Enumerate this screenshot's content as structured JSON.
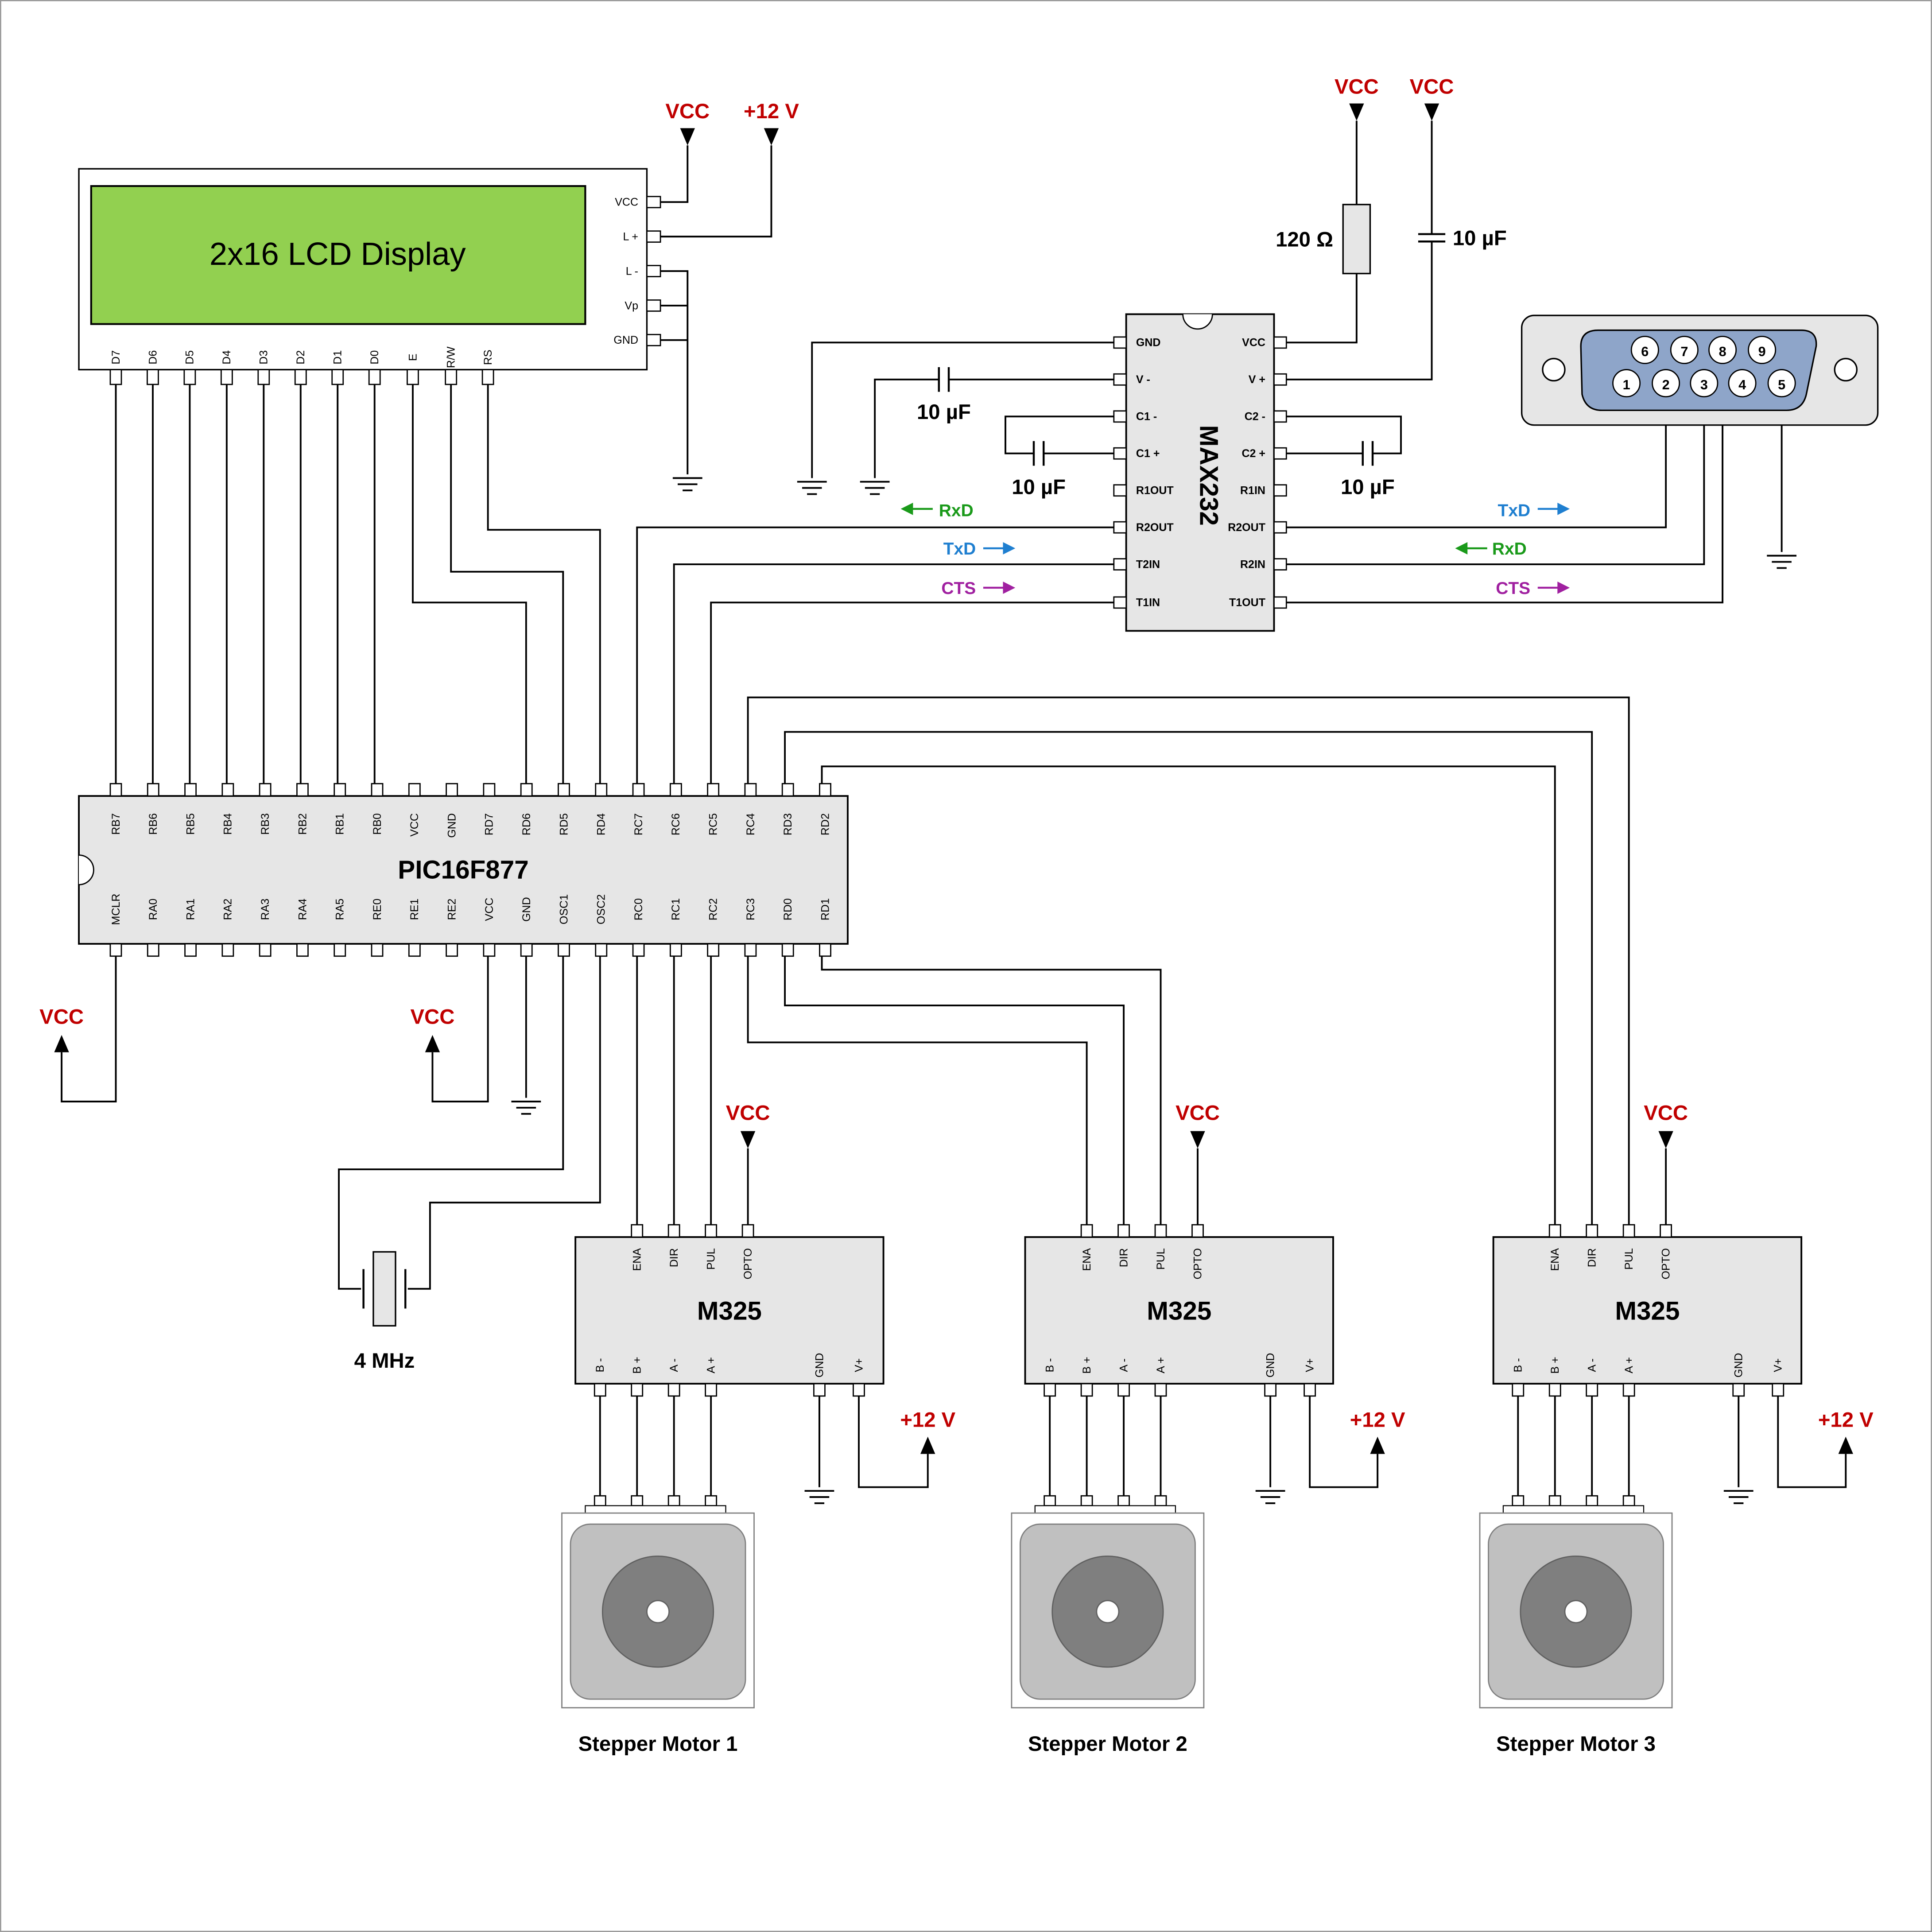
{
  "colors": {
    "power": "#c00000",
    "rxd": "#1a9a1a",
    "txd": "#1f7fd0",
    "cts": "#a020a0",
    "wire": "#000000",
    "chip_fill": "#e6e6e6",
    "lcd_fill": "#92d050",
    "db9_fill": "#8ea5c9",
    "motor_dark": "#7f7f7f",
    "motor_light": "#c0c0c0"
  },
  "lcd": {
    "title": "2x16 LCD Display",
    "right_pins": [
      "VCC",
      "L +",
      "L -",
      "Vp",
      "GND"
    ],
    "bottom_pins": [
      "D7",
      "D6",
      "D5",
      "D4",
      "D3",
      "D2",
      "D1",
      "D0",
      "E",
      "R/W",
      "RS"
    ]
  },
  "pic": {
    "name": "PIC16F877",
    "top_pins": [
      "RB7",
      "RB6",
      "RB5",
      "RB4",
      "RB3",
      "RB2",
      "RB1",
      "RB0",
      "VCC",
      "GND",
      "RD7",
      "RD6",
      "RD5",
      "RD4",
      "RC7",
      "RC6",
      "RC5",
      "RC4",
      "RD3",
      "RD2"
    ],
    "bottom_pins": [
      "MCLR",
      "RA0",
      "RA1",
      "RA2",
      "RA3",
      "RA4",
      "RA5",
      "RE0",
      "RE1",
      "RE2",
      "VCC",
      "GND",
      "OSC1",
      "OSC2",
      "RC0",
      "RC1",
      "RC2",
      "RC3",
      "RD0",
      "RD1"
    ]
  },
  "max232": {
    "name": "MAX232",
    "left_pins": [
      "GND",
      "V -",
      "C1 -",
      "C1 +",
      "R1OUT",
      "R2OUT",
      "T2IN",
      "T1IN"
    ],
    "right_pins": [
      "VCC",
      "V +",
      "C2 -",
      "C2 +",
      "R1IN",
      "R2OUT",
      "R2IN",
      "T1OUT"
    ]
  },
  "db9": {
    "top_row": [
      "6",
      "7",
      "8",
      "9"
    ],
    "bottom_row": [
      "1",
      "2",
      "3",
      "4",
      "5"
    ]
  },
  "components": {
    "resistor": "120 Ω",
    "cap_vcc": "10 µF",
    "cap_vminus": "10 µF",
    "cap_c1": "10 µF",
    "cap_c2": "10 µF",
    "crystal": "4 MHz"
  },
  "power_labels": {
    "vcc": "VCC",
    "v12": "+12 V"
  },
  "signals": {
    "rxd": "RxD",
    "txd": "TxD",
    "cts": "CTS"
  },
  "drivers": [
    {
      "name": "M325",
      "top_pins": [
        "ENA",
        "DIR",
        "PUL",
        "OPTO"
      ],
      "bottom_pins": [
        "B -",
        "B +",
        "A -",
        "A +",
        "GND",
        "V+"
      ],
      "motor_label": "Stepper Motor 1"
    },
    {
      "name": "M325",
      "top_pins": [
        "ENA",
        "DIR",
        "PUL",
        "OPTO"
      ],
      "bottom_pins": [
        "B -",
        "B +",
        "A -",
        "A +",
        "GND",
        "V+"
      ],
      "motor_label": "Stepper Motor 2"
    },
    {
      "name": "M325",
      "top_pins": [
        "ENA",
        "DIR",
        "PUL",
        "OPTO"
      ],
      "bottom_pins": [
        "B -",
        "B +",
        "A -",
        "A +",
        "GND",
        "V+"
      ],
      "motor_label": "Stepper Motor 3"
    }
  ]
}
